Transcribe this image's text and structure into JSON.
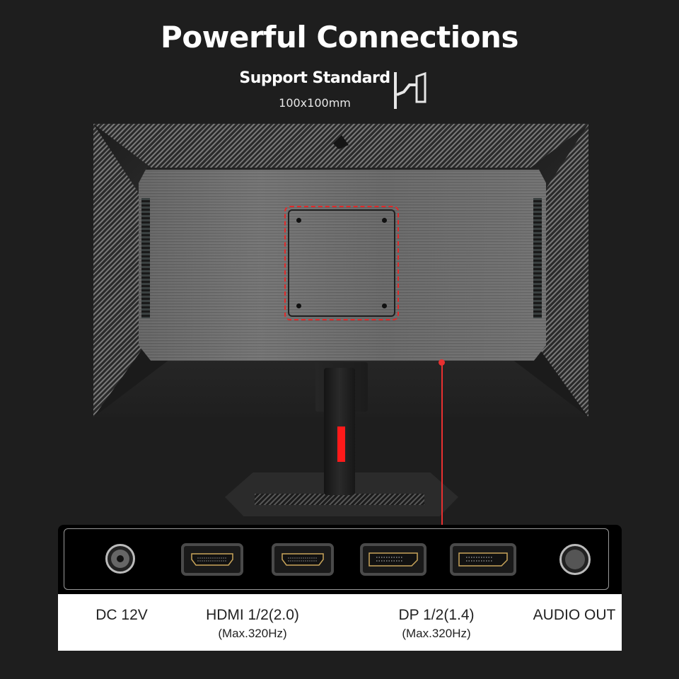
{
  "header": {
    "title": "Powerful Connections",
    "subtitle": "Support Standard",
    "vesa_spec": "100x100mm",
    "vesa_icon": "wall-mount-icon"
  },
  "monitor": {
    "brand_logo": "brand-logo-icon",
    "vesa_highlight_color": "#e02a2a",
    "stand_accent_color": "#ff1a1a"
  },
  "ports": [
    {
      "id": "dc",
      "icon": "dc-power-port-icon",
      "label": "DC 12V",
      "sub": ""
    },
    {
      "id": "hdmi1",
      "icon": "hdmi-port-icon"
    },
    {
      "id": "hdmi2",
      "icon": "hdmi-port-icon"
    },
    {
      "id": "dp1",
      "icon": "displayport-icon"
    },
    {
      "id": "dp2",
      "icon": "displayport-icon"
    },
    {
      "id": "audio",
      "icon": "audio-jack-icon"
    }
  ],
  "labels": {
    "dc": "DC 12V",
    "hdmi": "HDMI 1/2(2.0)",
    "hdmi_sub": "(Max.320Hz)",
    "dp": "DP 1/2(1.4)",
    "dp_sub": "(Max.320Hz)",
    "audio": "AUDIO OUT"
  }
}
